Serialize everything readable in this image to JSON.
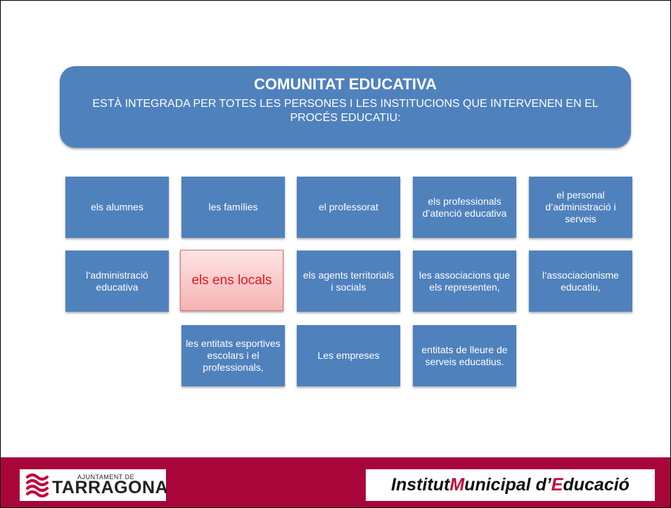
{
  "header": {
    "title": "COMUNITAT EDUCATIVA",
    "subtitle": "ESTÀ INTEGRADA PER TOTES LES PERSONES I LES INSTITUCIONS QUE INTERVENEN EN EL PROCÉS EDUCATIU:"
  },
  "members": [
    "els alumnes",
    "les famílies",
    "el professorat",
    "els professionals d’atenció educativa",
    "el personal d’administració i serveis",
    "l’administració educativa",
    "els ens locals",
    "els agents territorials i socials",
    "les associacions que els representen,",
    "l’associacionisme educatiu,",
    "les entitats esportives escolars i el professionals,",
    "Les empreses",
    "entitats de lleure de serveis educatius."
  ],
  "highlighted_member": "els ens locals",
  "footer": {
    "logo_small": "AJUNTAMENT DE",
    "logo_big": "TARRAGONA",
    "institute_parts": [
      "Institut ",
      "M",
      "unicipal d’",
      "E",
      "ducació"
    ]
  },
  "colors": {
    "box_blue": "#4f81bd",
    "highlight_text": "#e8161b",
    "footer": "#a8063a"
  }
}
